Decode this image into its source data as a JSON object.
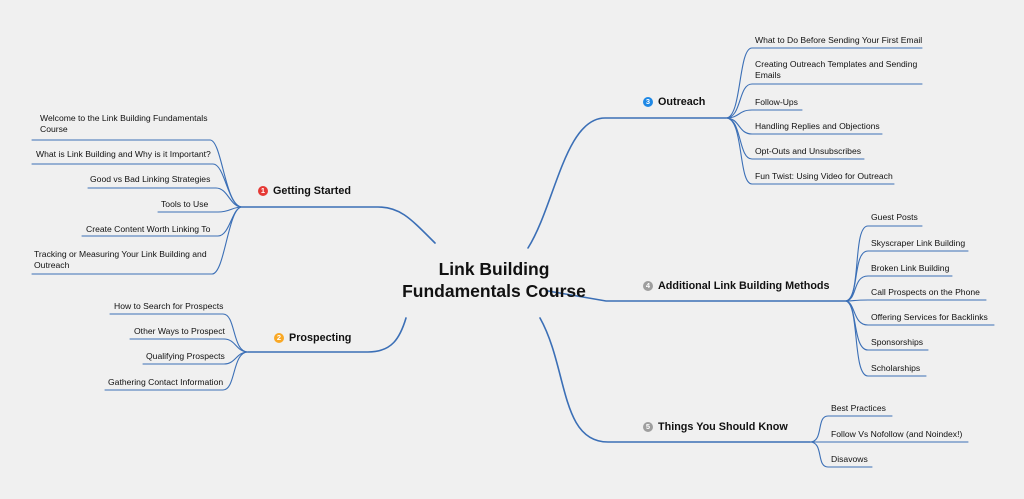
{
  "central_topic": "Link Building Fundamentals Course",
  "branches": {
    "getting_started": {
      "number": "1",
      "title": "Getting Started",
      "color": "#e53935",
      "topics": [
        "Welcome to the Link Building Fundamentals Course",
        "What is Link Building and Why is it Important?",
        "Good vs Bad Linking Strategies",
        "Tools to Use",
        "Create Content Worth Linking To",
        "Tracking or Measuring Your Link Building and Outreach"
      ]
    },
    "prospecting": {
      "number": "2",
      "title": "Prospecting",
      "color": "#f9a825",
      "topics": [
        "How to Search for Prospects",
        "Other Ways to Prospect",
        "Qualifying Prospects",
        "Gathering Contact Information"
      ]
    },
    "outreach": {
      "number": "3",
      "title": "Outreach",
      "color": "#1e88e5",
      "topics": [
        "What to Do Before Sending Your First Email",
        "Creating Outreach Templates and Sending Emails",
        "Follow-Ups",
        "Handling Replies and Objections",
        "Opt-Outs and Unsubscribes",
        "Fun Twist: Using Video for Outreach"
      ]
    },
    "additional_methods": {
      "number": "4",
      "title": "Additional Link Building Methods",
      "color": "#9e9e9e",
      "topics": [
        "Guest Posts",
        "Skyscraper Link Building",
        "Broken Link Building",
        "Call Prospects on the Phone",
        "Offering Services for Backlinks",
        "Sponsorships",
        "Scholarships"
      ]
    },
    "things_to_know": {
      "number": "5",
      "title": "Things You Should Know",
      "color": "#9e9e9e",
      "topics": [
        "Best Practices",
        "Follow Vs Nofollow (and Noindex!)",
        "Disavows"
      ]
    }
  },
  "colors": {
    "line": "#3b6fb6",
    "background": "#f0f0f0"
  }
}
